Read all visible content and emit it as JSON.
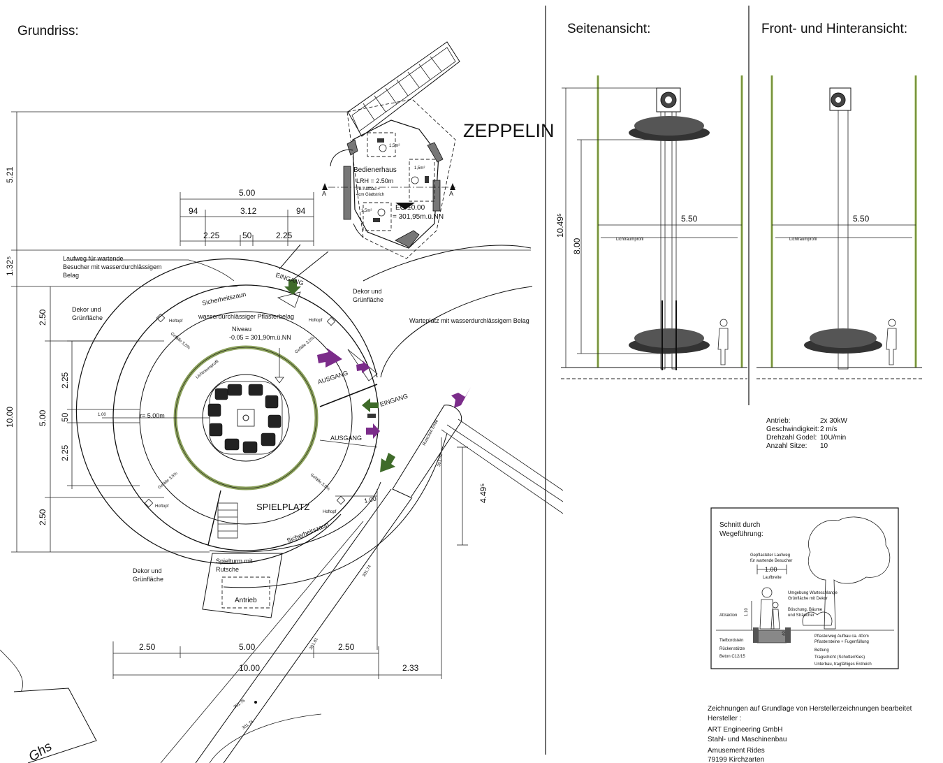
{
  "titles": {
    "grundriss": "Grundriss:",
    "seite": "Seitenansicht:",
    "front": "Front- und Hinteransicht:",
    "ride": "ZEPPELIN"
  },
  "plan": {
    "bedienerhaus": "Bedienerhaus",
    "lrh": "LRH = 2.50m",
    "fb1": "FB-Aufbau =",
    "fb2": "4cm Glattstrich",
    "eg1": "EG ±0.00",
    "eg2": "= 301,95m.ü.NN",
    "area_15a": "1,5m²",
    "area_15b": "1,5m²",
    "area_15c": "1,5m²",
    "section_a_left": "A",
    "section_a_right": "A",
    "laufweg1": "Laufweg für wartende",
    "laufweg2": "Besucher mit wasserdurchlässigem",
    "laufweg3": "Belag",
    "dekor_left1": "Dekor und",
    "dekor_left2": "Grünfläche",
    "dekor_right1": "Dekor und",
    "dekor_right2": "Grünfläche",
    "dekor_bottom1": "Dekor und",
    "dekor_bottom2": "Grünfläche",
    "warteplatz": "Warteplatz mit wasserdurchlässigem Belag",
    "sicherheitszaun_top": "Sicherheitszaun",
    "sicherheitszaun_bottom": "Sicherheitszaun",
    "pflaster": "wasserdurchlässiger Pflasterbelag",
    "niveau1": "Niveau",
    "niveau2": "-0.05 = 301,90m.ü.NN",
    "lichtraumprofil": "Lichtraumprofil",
    "gefaelle": [
      "Gefälle 3,5%",
      "Gefälle 3,5%",
      "Gefälle 3,5%",
      "Gefälle 3,5%"
    ],
    "hoftopf": [
      "Hoftopf",
      "Hoftopf",
      "Hoftopf",
      "Hoftopf"
    ],
    "eingang_top": "EINGANG",
    "eingang_mid": "EINGANG",
    "ausgang_top": "AUSGANG",
    "ausgang_mid": "AUSGANG",
    "spielplatz": "SPIELPLATZ",
    "spielturm1": "Spielturm mit",
    "spielturm2": "Rutsche",
    "antrieb": "Antrieb",
    "radius": "r= 5.00m",
    "rutschen": "Rutschen Ende",
    "ghs": "Ghs"
  },
  "dimensions": {
    "top_total": "5.00",
    "top_94a": "94",
    "top_312": "3.12",
    "top_94b": "94",
    "top_225a": "2.25",
    "top_50": "50",
    "top_225b": "2.25",
    "left_521": "5.21",
    "left_132": "1.32⁵",
    "left_1000": "10.00",
    "left_250a": "2.50",
    "left_500": "5.00",
    "left_250b": "2.50",
    "inner_225a": "2.25",
    "inner_50": "50",
    "inner_225b": "2.25",
    "one_left": "1.00",
    "one_right": "1.00",
    "right_449": "4.49⁵",
    "bottom_250a": "2.50",
    "bottom_500": "5.00",
    "bottom_250b": "2.50",
    "bottom_1000": "10.00",
    "bottom_233": "2.33",
    "level_30161": "301.61",
    "level_30174": "301.74",
    "level_30181": "301.81",
    "level_30176a": "301.76",
    "level_30176b": "301.76"
  },
  "elevation": {
    "width_side": "5.50",
    "width_front": "5.50",
    "height_total": "10.49⁵",
    "height_8": "8.00",
    "lichtraum_side": "Lichtraumprofil",
    "lichtraum_front": "Lichtraumprofil"
  },
  "specs": [
    {
      "label": "Antrieb:",
      "value": "2x 30kW"
    },
    {
      "label": "Geschwindigkeit:",
      "value": "2 m/s"
    },
    {
      "label": "Drehzahl Godel:",
      "value": "10U/min"
    },
    {
      "label": "Anzahl Sitze:",
      "value": "10"
    }
  ],
  "section_box": {
    "title1": "Schnitt durch",
    "title2": "Wegeführung:",
    "g1": "Gepflasteter Laufweg",
    "g2": "für wartende Besucher",
    "w": "1.00",
    "w2": "Laufbreite",
    "u1": "Umgebung Warteschlange",
    "u2": "Grünfläche mit Dekor",
    "b1": "Böschung, Bäume",
    "b2": "und Sträucher",
    "attr": "Attraktion",
    "h": "1.10",
    "d": "40",
    "p1": "Pflasterweg Aufbau ca. 40cm",
    "p2": "Pflastersteine + Fugenfüllung",
    "p3": "Bettung",
    "p4": "Tragschicht (Schotter/Kies)",
    "p5": "Unterbau, tragfähiges Erdreich",
    "t1": "Tiefbordstein",
    "t2": "Rückenstütze",
    "t3": "Beton C12/15"
  },
  "footer": {
    "l1": "Zeichnungen auf Grundlage von Herstellerzeichnungen bearbeitet",
    "l2": "Hersteller :",
    "l3": "ART Engineering GmbH",
    "l4": "Stahl- und Maschinenbau",
    "l5": "Amusement Rides",
    "l6": "79199 Kirchzarten"
  },
  "colors": {
    "green_arrow": "#3f6b2a",
    "purple_arrow": "#7b2c8a",
    "ring_green": "#8aa05a",
    "pole_green": "#9abd4e"
  }
}
